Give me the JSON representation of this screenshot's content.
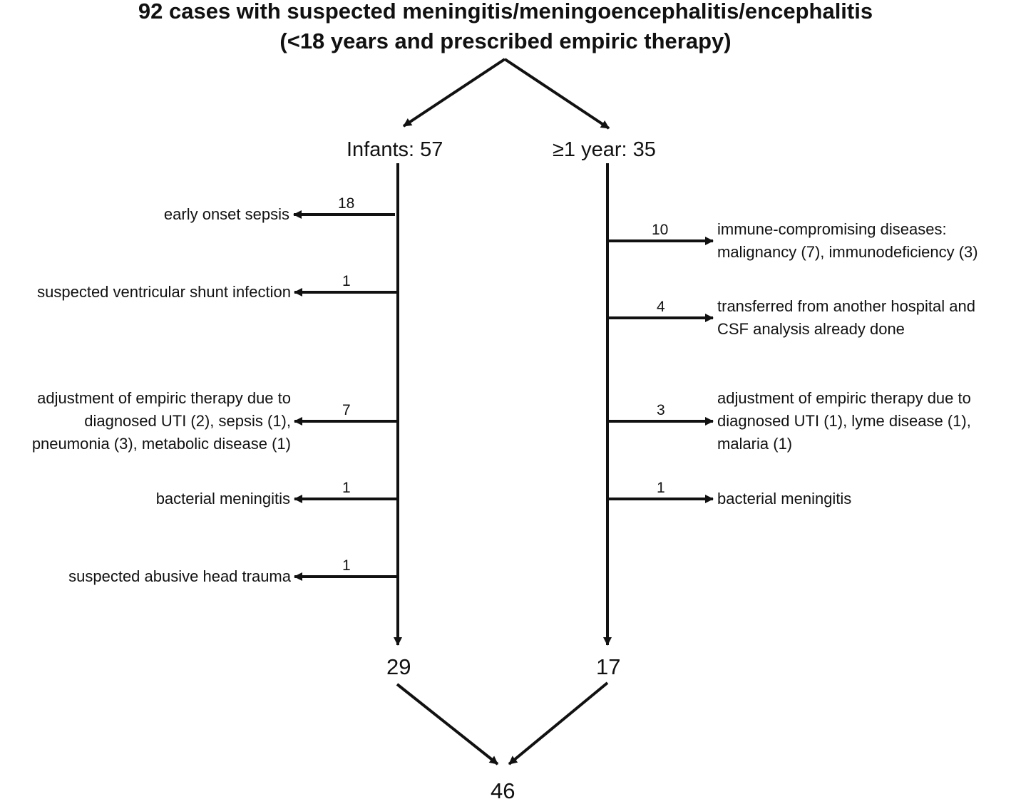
{
  "title": {
    "line1": "92 cases with suspected meningitis/meningoencephalitis/encephalitis",
    "line2": "(<18 years and prescribed empiric therapy)"
  },
  "branches": {
    "infants": {
      "label": "Infants: 57",
      "final": "29"
    },
    "older": {
      "label": "≥1 year: 35",
      "final": "17"
    }
  },
  "total": "46",
  "exclusions_left": [
    {
      "count": "18",
      "lines": [
        "early onset sepsis"
      ]
    },
    {
      "count": "1",
      "lines": [
        "suspected ventricular shunt infection"
      ]
    },
    {
      "count": "7",
      "lines": [
        "adjustment of empiric therapy due to",
        "diagnosed UTI (2), sepsis (1),",
        "pneumonia (3), metabolic disease (1)"
      ]
    },
    {
      "count": "1",
      "lines": [
        "bacterial meningitis"
      ]
    },
    {
      "count": "1",
      "lines": [
        "suspected abusive head trauma"
      ]
    }
  ],
  "exclusions_right": [
    {
      "count": "10",
      "lines": [
        "immune-compromising diseases:",
        "malignancy (7), immunodeficiency (3)"
      ]
    },
    {
      "count": "4",
      "lines": [
        "transferred from another hospital and",
        "CSF analysis already done"
      ]
    },
    {
      "count": "3",
      "lines": [
        "adjustment of empiric therapy due to",
        "diagnosed UTI (1), lyme disease (1),",
        "malaria (1)"
      ]
    },
    {
      "count": "1",
      "lines": [
        "bacterial meningitis"
      ]
    }
  ],
  "colors": {
    "ink": "#111111",
    "background": "#ffffff"
  }
}
